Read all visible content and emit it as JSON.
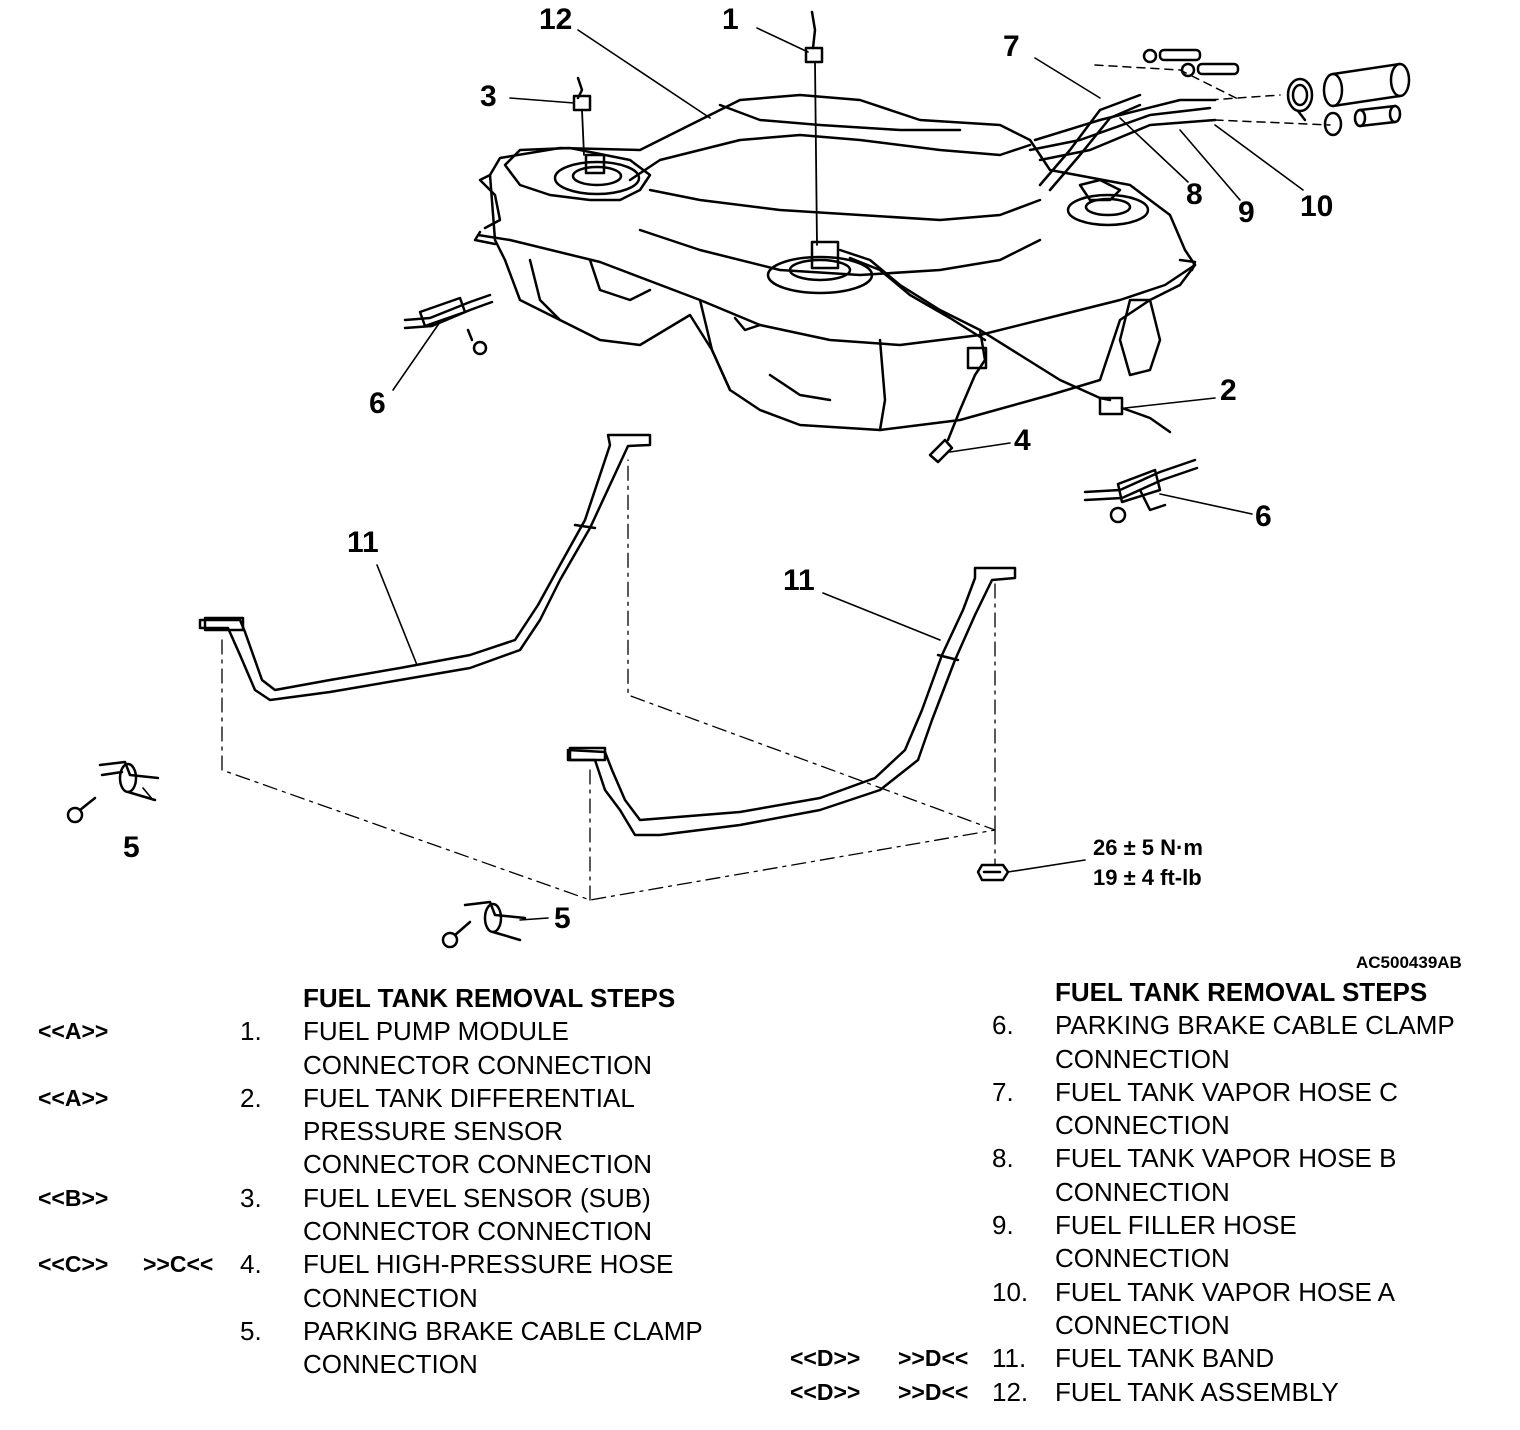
{
  "diagram": {
    "callouts": [
      "1",
      "2",
      "3",
      "4",
      "5",
      "5",
      "6",
      "6",
      "7",
      "8",
      "9",
      "10",
      "11",
      "11",
      "12"
    ],
    "torque": {
      "metric": "26 ± 5 N·m",
      "imperial": "19 ± 4 ft-lb"
    },
    "figure_id": "AC500439AB"
  },
  "left_list": {
    "title": "FUEL TANK REMOVAL STEPS",
    "items": [
      {
        "code1": "<<A>>",
        "code2": "",
        "num": "1.",
        "lines": [
          "FUEL PUMP MODULE",
          "CONNECTOR CONNECTION"
        ]
      },
      {
        "code1": "<<A>>",
        "code2": "",
        "num": "2.",
        "lines": [
          "FUEL TANK DIFFERENTIAL",
          "PRESSURE SENSOR",
          "CONNECTOR CONNECTION"
        ]
      },
      {
        "code1": "<<B>>",
        "code2": "",
        "num": "3.",
        "lines": [
          "FUEL LEVEL SENSOR (SUB)",
          "CONNECTOR CONNECTION"
        ]
      },
      {
        "code1": "<<C>>",
        "code2": ">>C<<",
        "num": "4.",
        "lines": [
          "FUEL HIGH-PRESSURE HOSE",
          "CONNECTION"
        ]
      },
      {
        "code1": "",
        "code2": "",
        "num": "5.",
        "lines": [
          "PARKING BRAKE CABLE CLAMP",
          "CONNECTION"
        ]
      }
    ]
  },
  "right_list": {
    "title": "FUEL TANK REMOVAL STEPS",
    "items": [
      {
        "code1": "",
        "code2": "",
        "num": "6.",
        "lines": [
          "PARKING BRAKE CABLE CLAMP",
          "CONNECTION"
        ]
      },
      {
        "code1": "",
        "code2": "",
        "num": "7.",
        "lines": [
          "FUEL TANK VAPOR HOSE C",
          "CONNECTION"
        ]
      },
      {
        "code1": "",
        "code2": "",
        "num": "8.",
        "lines": [
          "FUEL TANK VAPOR HOSE B",
          "CONNECTION"
        ]
      },
      {
        "code1": "",
        "code2": "",
        "num": "9.",
        "lines": [
          "FUEL FILLER HOSE",
          "CONNECTION"
        ]
      },
      {
        "code1": "",
        "code2": "",
        "num": "10.",
        "lines": [
          "FUEL TANK VAPOR HOSE A",
          "CONNECTION"
        ]
      },
      {
        "code1": "<<D>>",
        "code2": ">>D<<",
        "num": "11.",
        "lines": [
          "FUEL TANK BAND"
        ]
      },
      {
        "code1": "<<D>>",
        "code2": ">>D<<",
        "num": "12.",
        "lines": [
          "FUEL TANK ASSEMBLY"
        ]
      }
    ]
  }
}
